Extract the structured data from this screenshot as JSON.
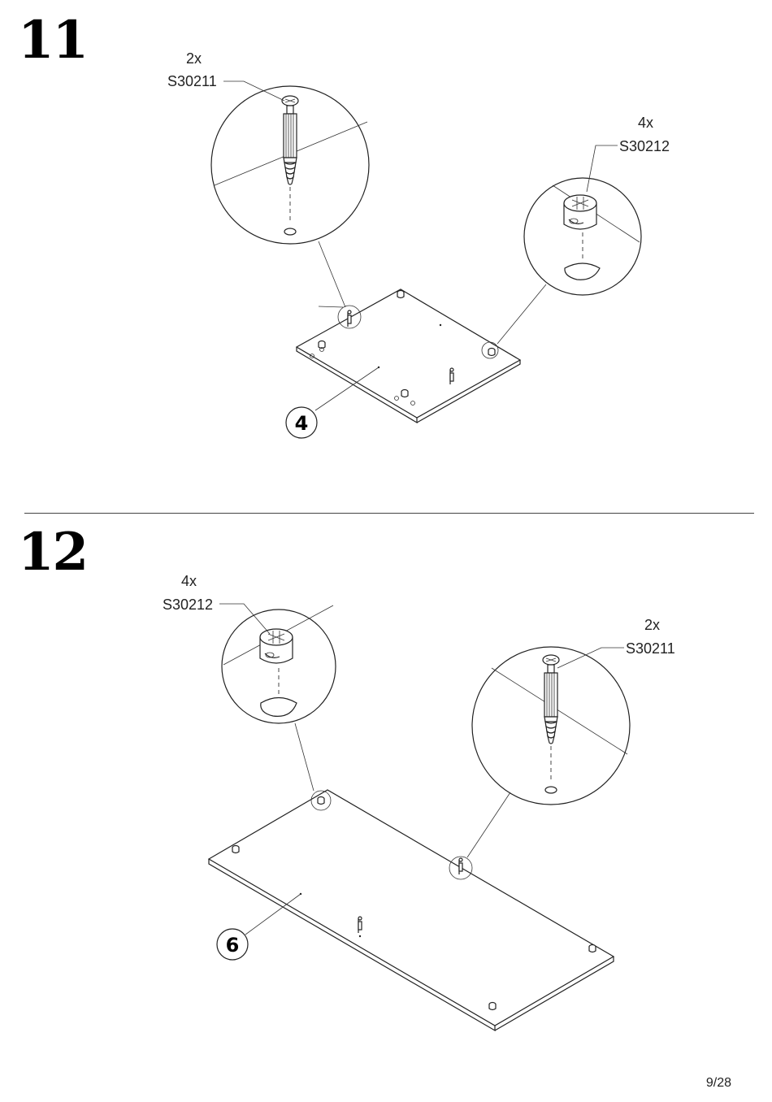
{
  "step11": {
    "number": "11",
    "part_a": {
      "qty": "2x",
      "code": "S30211",
      "icon": "cam-bolt-icon"
    },
    "part_b": {
      "qty": "4x",
      "code": "S30212",
      "icon": "cam-lock-icon"
    },
    "panel_callout": "4"
  },
  "step12": {
    "number": "12",
    "part_a": {
      "qty": "4x",
      "code": "S30212",
      "icon": "cam-lock-icon"
    },
    "part_b": {
      "qty": "2x",
      "code": "S30211",
      "icon": "cam-bolt-icon"
    },
    "panel_callout": "6"
  },
  "page": {
    "number": "9/28"
  }
}
